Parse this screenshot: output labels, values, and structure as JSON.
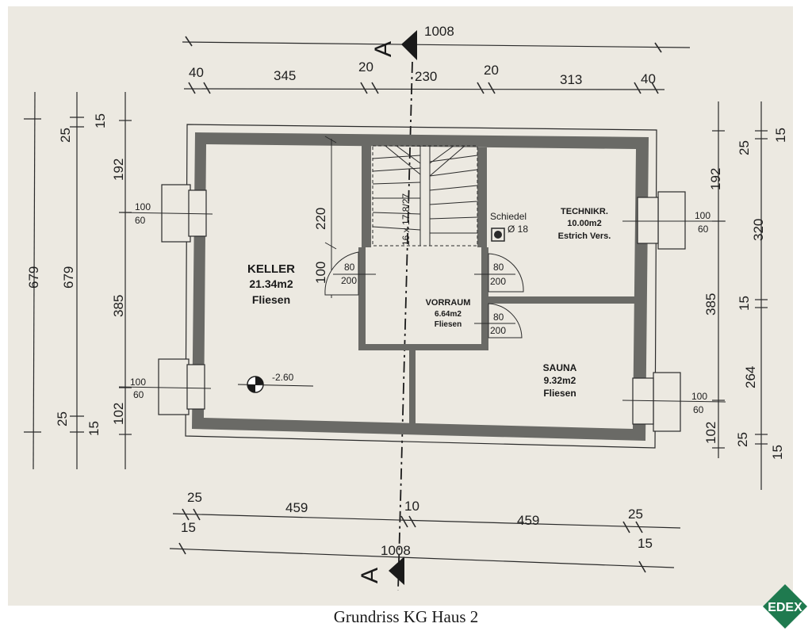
{
  "caption": "Grundriss KG Haus 2",
  "logo_text": "EDEX",
  "colors": {
    "paper": "#ece9e1",
    "wall": "#6a6a66",
    "line": "#2a2a2a",
    "logo": "#1f7a4f"
  },
  "section_marker": "A",
  "dims_top": {
    "overall": "1008",
    "d1": "40",
    "d2": "345",
    "d3": "20",
    "d4": "230",
    "d5": "20",
    "d6": "313",
    "d7": "40"
  },
  "dims_bottom": {
    "overall": "1008",
    "a": "25",
    "b": "15",
    "c": "459",
    "d": "10",
    "e": "459",
    "f": "25",
    "g": "15"
  },
  "dims_left": {
    "outer": "679",
    "inner": "679",
    "top_a": "25",
    "top_b": "15",
    "s1": "192",
    "s2": "385",
    "s3": "102",
    "bot_a": "25",
    "bot_b": "15"
  },
  "dims_right": {
    "s1": "192",
    "s2": "385",
    "s3": "102",
    "t1": "25",
    "t2": "15",
    "t3": "320",
    "t4": "15",
    "t5": "264",
    "b1": "25",
    "b2": "15"
  },
  "windows": {
    "left_top_w": "100",
    "left_top_h": "60",
    "left_bot_w": "100",
    "left_bot_h": "60",
    "right_top_w": "100",
    "right_top_h": "60",
    "right_bot_w": "100",
    "right_bot_h": "60"
  },
  "doors": {
    "d1_w": "80",
    "d1_h": "200",
    "d2_w": "80",
    "d2_h": "200",
    "d3_w": "80",
    "d3_h": "200"
  },
  "stair": {
    "label": "16 x 17,8/27",
    "height_220": "220",
    "height_100": "100"
  },
  "rooms": {
    "keller": {
      "name": "KELLER",
      "area": "21.34m2",
      "floor": "Fliesen"
    },
    "vorraum": {
      "name": "VORRAUM",
      "area": "6.64m2",
      "floor": "Fliesen"
    },
    "technik": {
      "name": "TECHNIKR.",
      "area": "10.00m2",
      "floor": "Estrich Vers."
    },
    "sauna": {
      "name": "SAUNA",
      "area": "9.32m2",
      "floor": "Fliesen"
    }
  },
  "chimney": {
    "label": "Schiedel",
    "diameter": "Ø 18"
  },
  "level": "-2.60"
}
